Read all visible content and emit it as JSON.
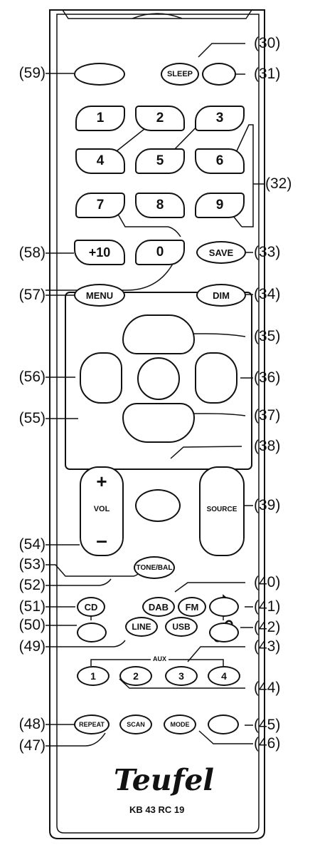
{
  "buttons": {
    "sleep": "SLEEP",
    "num1": "1",
    "num2": "2",
    "num3": "3",
    "num4": "4",
    "num5": "5",
    "num6": "6",
    "num7": "7",
    "num8": "8",
    "num9": "9",
    "plus10": "+10",
    "num0": "0",
    "save": "SAVE",
    "menu": "MENU",
    "dim": "DIM",
    "vol_plus": "+",
    "vol": "VOL",
    "vol_minus": "–",
    "source": "SOURCE",
    "tone_bal": "TONE/BAL",
    "dab": "DAB",
    "fm": "FM",
    "cd": "CD",
    "line": "LINE",
    "usb": "USB",
    "aux": "AUX",
    "aux1": "1",
    "aux2": "2",
    "aux3": "3",
    "aux4": "4",
    "repeat": "REPEAT",
    "scan": "SCAN",
    "mode": "MODE"
  },
  "brand": "Teufel",
  "model": "KB 43 RC 19",
  "callouts": {
    "c30": "(30)",
    "c31": "(31)",
    "c32": "(32)",
    "c33": "(33)",
    "c34": "(34)",
    "c35": "(35)",
    "c36": "(36)",
    "c37": "(37)",
    "c38": "(38)",
    "c39": "(39)",
    "c40": "(40)",
    "c41": "(41)",
    "c42": "(42)",
    "c43": "(43)",
    "c44": "(44)",
    "c45": "(45)",
    "c46": "(46)",
    "c47": "(47)",
    "c48": "(48)",
    "c49": "(49)",
    "c50": "(50)",
    "c51": "(51)",
    "c52": "(52)",
    "c53": "(53)",
    "c54": "(54)",
    "c55": "(55)",
    "c56": "(56)",
    "c57": "(57)",
    "c58": "(58)",
    "c59": "(59)"
  },
  "icons": [
    "power-icon",
    "mute-icon",
    "up-arrow-icon",
    "down-arrow-icon",
    "previous-icon",
    "next-icon",
    "play-pause-icon",
    "stop-icon",
    "eject-icon",
    "bluetooth-icon",
    "link-icon",
    "info-icon",
    "source-up-icon",
    "source-down-icon"
  ]
}
